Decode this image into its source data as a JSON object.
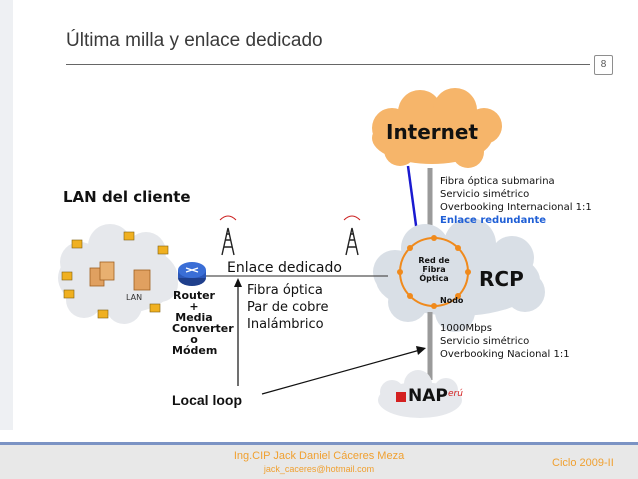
{
  "slide": {
    "title": "Última milla y enlace dedicado",
    "page_number": "8"
  },
  "diagram": {
    "internet_label": "Internet",
    "lan_title": "LAN del cliente",
    "lan_cloud_label": "LAN",
    "router_label": "Router\n+\nMedia\nConverter\no\nMódem",
    "link_label": "Enlace dedicado",
    "media_options": [
      "Fibra óptica",
      "Par de cobre",
      "Inalámbrico"
    ],
    "rcp_label": "RCP",
    "fiber_network_label": [
      "Red de",
      "Fibra",
      "Óptica"
    ],
    "node_label": "Nodo",
    "upper_specs": [
      "Fibra óptica submarina",
      "Servicio simétrico",
      "Overbooking Internacional 1:1"
    ],
    "redundant_label": "Enlace redundante",
    "lower_specs": [
      "1000Mbps",
      "Servicio simétrico",
      "Overbooking Nacional 1:1"
    ],
    "nap_label_main": "NAP",
    "nap_label_sub": "erú",
    "local_loop_label": "Local loop",
    "colors": {
      "internet_cloud": "#f6b56a",
      "rcp_cloud": "#d9dfe6",
      "redundant_text": "#1f5fd6",
      "link_line": "#1a1ad0",
      "ring": "#f08a1c",
      "nap_red": "#d42020"
    }
  },
  "footer": {
    "author": "Ing.CIP Jack Daniel Cáceres Meza",
    "email": "jack_caceres@hotmail.com",
    "cycle": "Ciclo 2009-II"
  }
}
